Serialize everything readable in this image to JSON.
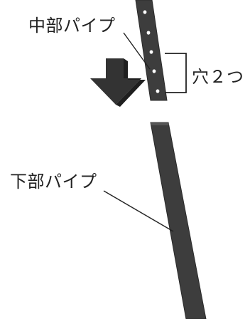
{
  "labels": {
    "middle_pipe": "中部パイプ",
    "hole_count": "穴２つ",
    "lower_pipe": "下部パイプ"
  },
  "colors": {
    "pipe": "#3d3d3d",
    "pipe_edge": "#2a2a2a",
    "arrow": "#333333",
    "hole": "#ffffff",
    "line": "#222222"
  },
  "icons": {
    "down_arrow": "down-arrow-icon"
  }
}
